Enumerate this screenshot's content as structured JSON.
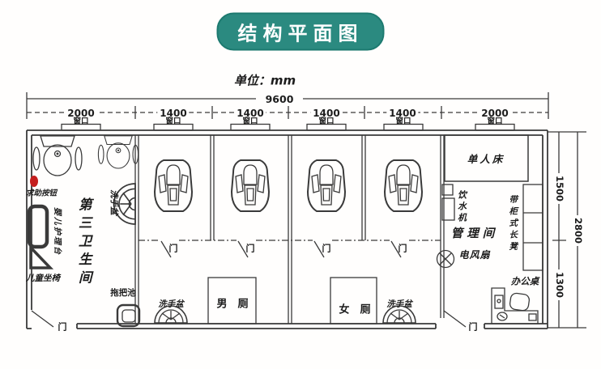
{
  "title": "结构平面图",
  "unit_label": "单位：mm",
  "colors": {
    "accent": "#2b8a80",
    "line": "#3a3a3a",
    "alert": "#c41e1e"
  },
  "dimensions": {
    "total_width": "9600",
    "segments": [
      "2000",
      "1400",
      "1400",
      "1400",
      "1400",
      "2000"
    ],
    "window_label": "窗口",
    "height_upper": "1500",
    "height_lower": "1300",
    "height_total": "2800"
  },
  "labels": {
    "door": "门",
    "wash_basin": "洗手盆",
    "third_washroom": "第三卫生间",
    "help_button": "求助按钮",
    "baby_care_table": "婴儿护理台",
    "child_seat": "儿童坐椅",
    "mop_sink": "拖把池",
    "mens_toilet": "男　厕",
    "womens_toilet": "女　厕",
    "single_bed": "单人床",
    "water_dispenser": "饮水机",
    "management_room": "管理间",
    "electric_fan": "电风扇",
    "cabinet_bench": "带柜式长凳",
    "office_desk": "办公桌"
  }
}
